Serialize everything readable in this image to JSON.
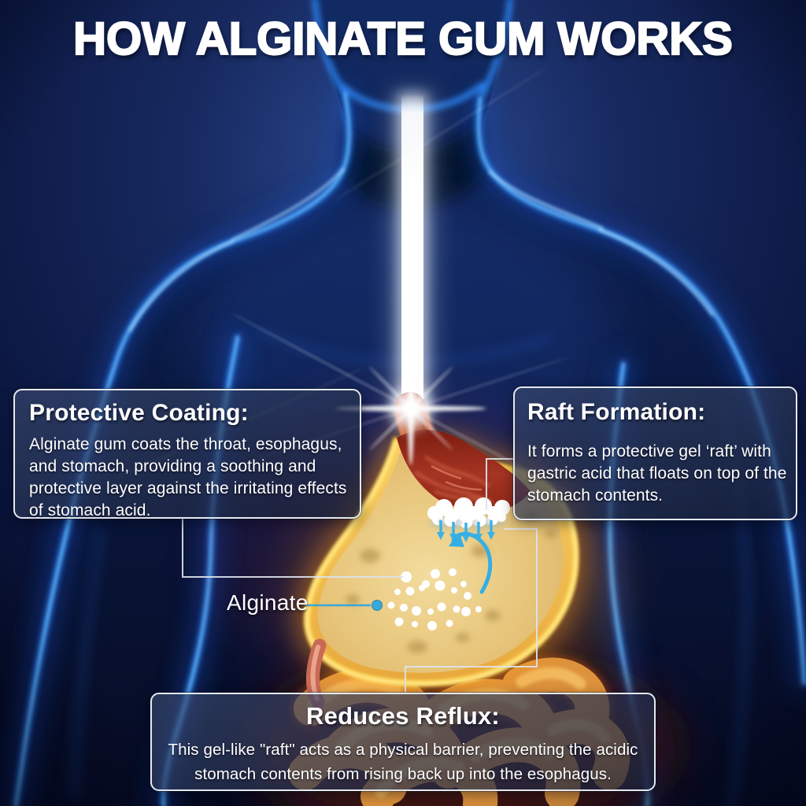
{
  "title": "HOW ALGINATE GUM WORKS",
  "callouts": {
    "protective": {
      "heading": "Protective Coating:",
      "body": "Alginate gum coats the throat, esophagus,\nand stomach, providing a soothing and\nprotective layer against the irritating effects\nof stomach acid."
    },
    "raft": {
      "heading": "Raft Formation:",
      "body": "It forms a protective gel ‘raft’ with\ngastric acid that floats on top of the\nstomach contents."
    },
    "reflux": {
      "heading": "Reduces Reflux:",
      "body": "This gel-like \"raft\" acts as a physical barrier, preventing the acidic\nstomach contents from rising back up into the esophagus."
    }
  },
  "labels": {
    "alginate": "Alginate"
  },
  "colors": {
    "background_navy": "#0a1638",
    "body_glow_blue": "#2f8dff",
    "glow_highlight": "#a8d8ff",
    "accent_cyan": "#35aee4",
    "stomach_gold": "#f2bf55",
    "stomach_rim": "#ffd34d",
    "acid_red": "#9e2b1a",
    "foam_white": "#ffffff",
    "box_border": "#e4e9f0",
    "connector_line": "#dde3ec",
    "text_white": "#ffffff"
  }
}
